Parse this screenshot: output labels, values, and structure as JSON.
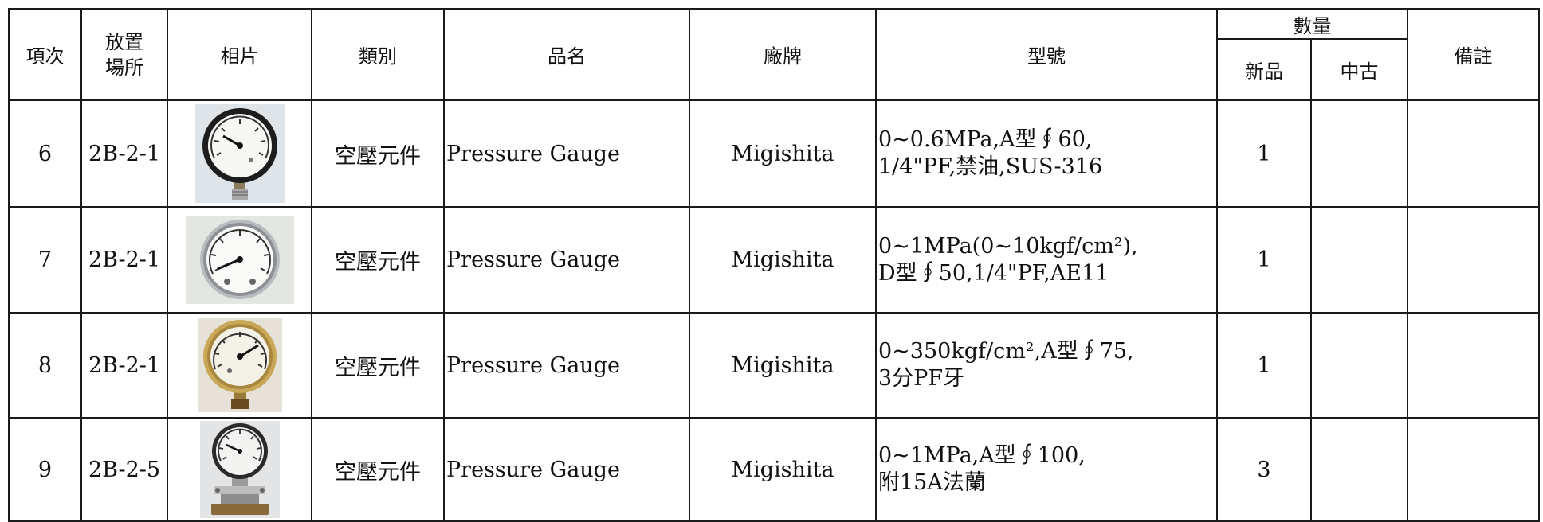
{
  "headers": {
    "item_no": "項次",
    "location_line1": "放置",
    "location_line2": "場所",
    "photo": "相片",
    "category": "類別",
    "name": "品名",
    "brand": "廠牌",
    "model": "型號",
    "quantity": "數量",
    "qty_new": "新品",
    "qty_used": "中古",
    "remarks": "備註"
  },
  "rows": [
    {
      "item_no": "6",
      "location": "2B-2-1",
      "photo_icon": "pressure-gauge-black-bezel-icon",
      "category": "空壓元件",
      "name": "Pressure Gauge",
      "brand": "Migishita",
      "model_line1": "0~0.6MPa,A型∮60,",
      "model_line2": "1/4\"PF,禁油,SUS-316",
      "qty_new": "1",
      "qty_used": "",
      "remarks": ""
    },
    {
      "item_no": "7",
      "location": "2B-2-1",
      "photo_icon": "pressure-gauge-chrome-bezel-icon",
      "category": "空壓元件",
      "name": "Pressure Gauge",
      "brand": "Migishita",
      "model_line1": "0~1MPa(0~10kgf/cm²),",
      "model_line2": "D型∮50,1/4\"PF,AE11",
      "qty_new": "1",
      "qty_used": "",
      "remarks": ""
    },
    {
      "item_no": "8",
      "location": "2B-2-1",
      "photo_icon": "pressure-gauge-brass-bezel-icon",
      "category": "空壓元件",
      "name": "Pressure Gauge",
      "brand": "Migishita",
      "model_line1": "0~350kgf/cm²,A型∮75,",
      "model_line2": "3分PF牙",
      "qty_new": "1",
      "qty_used": "",
      "remarks": ""
    },
    {
      "item_no": "9",
      "location": "2B-2-5",
      "photo_icon": "diaphragm-pressure-gauge-icon",
      "category": "空壓元件",
      "name": "Pressure Gauge",
      "brand": "Migishita",
      "model_line1": "0~1MPa,A型∮100,",
      "model_line2": "附15A法蘭",
      "qty_new": "3",
      "qty_used": "",
      "remarks": ""
    }
  ],
  "colors": {
    "grid_line": "#1a1a1a",
    "text": "#111111",
    "background": "#ffffff"
  }
}
